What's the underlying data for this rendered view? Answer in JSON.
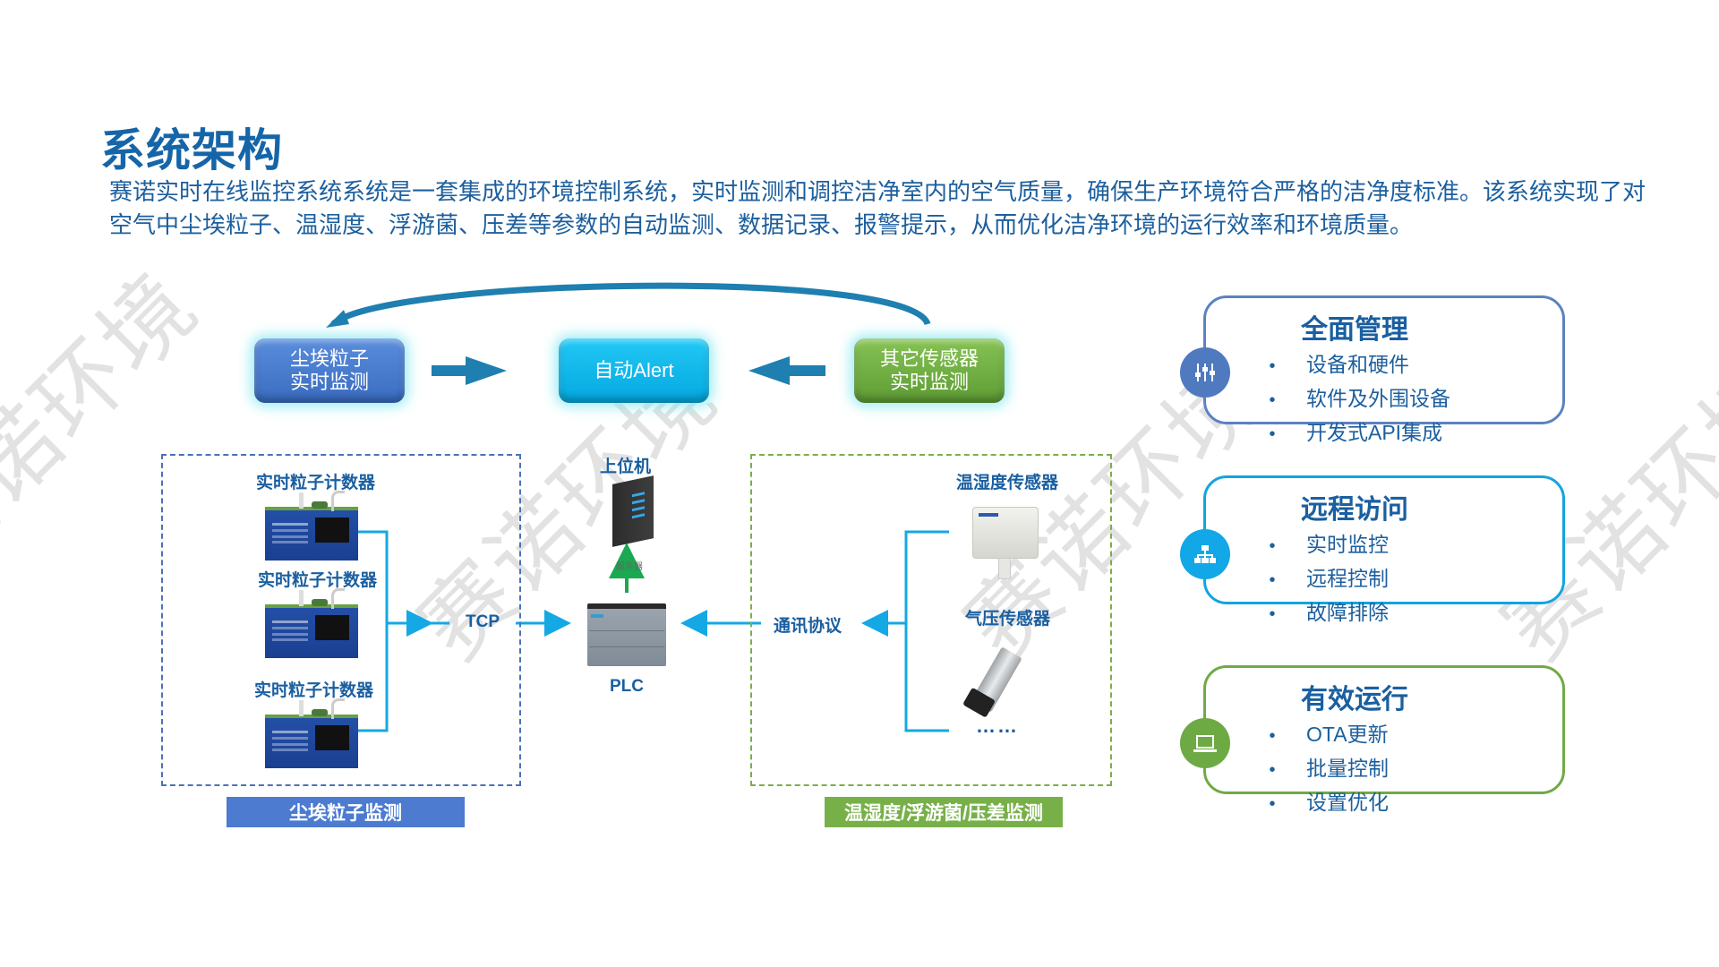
{
  "page": {
    "title": "系统架构",
    "description": "赛诺实时在线监控系统系统是一套集成的环境控制系统，实时监测和调控洁净室内的空气质量，确保生产环境符合严格的洁净度标准。该系统实现了对空气中尘埃粒子、温湿度、浮游菌、压差等参数的自动监测、数据记录、报警提示，从而优化洁净环境的运行效率和环境质量。",
    "watermark": "赛诺环境"
  },
  "colors": {
    "title": "#1565a8",
    "dust_blue": "#4c7bd0",
    "alert_cyan": "#04a8e0",
    "sensor_green": "#77b048",
    "flow_arrow": "#1e7fb0",
    "link_line": "#14a8e4",
    "up_arrow": "#1aa850"
  },
  "flow": {
    "dust_box": {
      "line1": "尘埃粒子",
      "line2": "实时监测"
    },
    "alert_box": {
      "label": "自动Alert"
    },
    "other_box": {
      "line1": "其它传感器",
      "line2": "实时监测"
    }
  },
  "dust_group": {
    "devices": [
      {
        "label": "实时粒子计数器"
      },
      {
        "label": "实时粒子计数器"
      },
      {
        "label": "实时粒子计数器"
      }
    ],
    "banner": "尘埃粒子监测"
  },
  "center": {
    "tcp_label": "TCP",
    "host_label": "上位机",
    "server_caption": "服务器",
    "plc_label": "PLC",
    "protocol_label": "通讯协议"
  },
  "sensor_group": {
    "sensors": [
      {
        "label": "温湿度传感器"
      },
      {
        "label": "气压传感器"
      }
    ],
    "more": "……",
    "banner": "温湿度/浮游菌/压差监测"
  },
  "panels": [
    {
      "icon": "sliders-icon",
      "title": "全面管理",
      "items": [
        "设备和硬件",
        "软件及外围设备",
        "开发式API集成"
      ]
    },
    {
      "icon": "network-icon",
      "title": "远程访问",
      "items": [
        "实时监控",
        "远程控制",
        "故障排除"
      ]
    },
    {
      "icon": "laptop-icon",
      "title": "有效运行",
      "items": [
        "OTA更新",
        "批量控制",
        "设置优化"
      ]
    }
  ]
}
